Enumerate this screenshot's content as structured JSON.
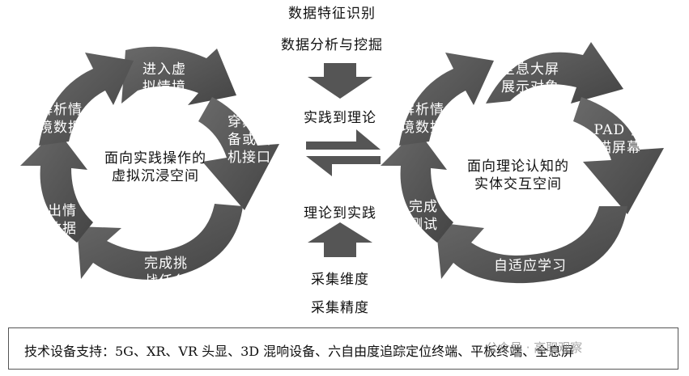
{
  "top_labels": [
    "数据特征识别",
    "数据分析与挖掘"
  ],
  "middle_labels": {
    "practice_to_theory": "实践到理论",
    "theory_to_practice": "理论到实践"
  },
  "bottom_labels": [
    "采集维度",
    "采集精度"
  ],
  "left_cycle": {
    "center": "面向实践操作的\n虚拟沉浸空间",
    "steps": [
      "进入虚\n拟情境",
      "穿戴设\n备或脑\n机接口",
      "完成挑\n战任务",
      "退出情\n境数据",
      "解析情\n境数据"
    ]
  },
  "right_cycle": {
    "center": "面向理论认知的\n实体交互空间",
    "steps": [
      "全息大屏\n展示对象",
      "PAD 扫\n描屏幕",
      "自适应学习",
      "完成\n测试",
      "解析情\n境数据"
    ]
  },
  "support_text": "技术设备支持：5G、XR、VR 头显、3D 混响设备、六自由度追踪定位终端、平板终端、全息屏",
  "watermark": "公众号 · 高职观察",
  "colors": {
    "arc": "#5b5b5b",
    "arc_light": "#7a7a7a",
    "arrow": "#4a4a4a"
  }
}
